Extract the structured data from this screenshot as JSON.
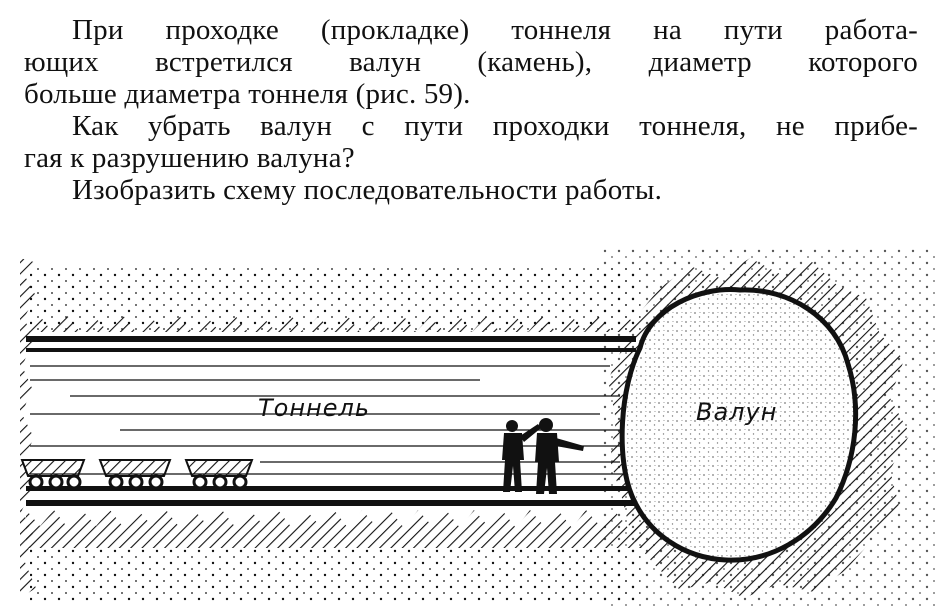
{
  "problem": {
    "paragraph1": {
      "line1": "При проходке (прокладке) тоннеля на пути работа-",
      "line2": "ющих встретился валун (камень), диаметр которого",
      "line3": "больше диаметра тоннеля (рис. 59)."
    },
    "paragraph2": {
      "line1": "Как убрать валун с пути проходки тоннеля, не прибе-",
      "line2": "гая к разрушению валуна?"
    },
    "paragraph3": {
      "line1": "Изобразить схему последовательности работы."
    }
  },
  "figure": {
    "tunnel_label": "Тоннель",
    "boulder_label": "Валун",
    "ink_color": "#111111",
    "paper_color": "#ffffff",
    "icons": [
      "mine-cart-icon",
      "worker-icon",
      "boulder-icon"
    ]
  }
}
